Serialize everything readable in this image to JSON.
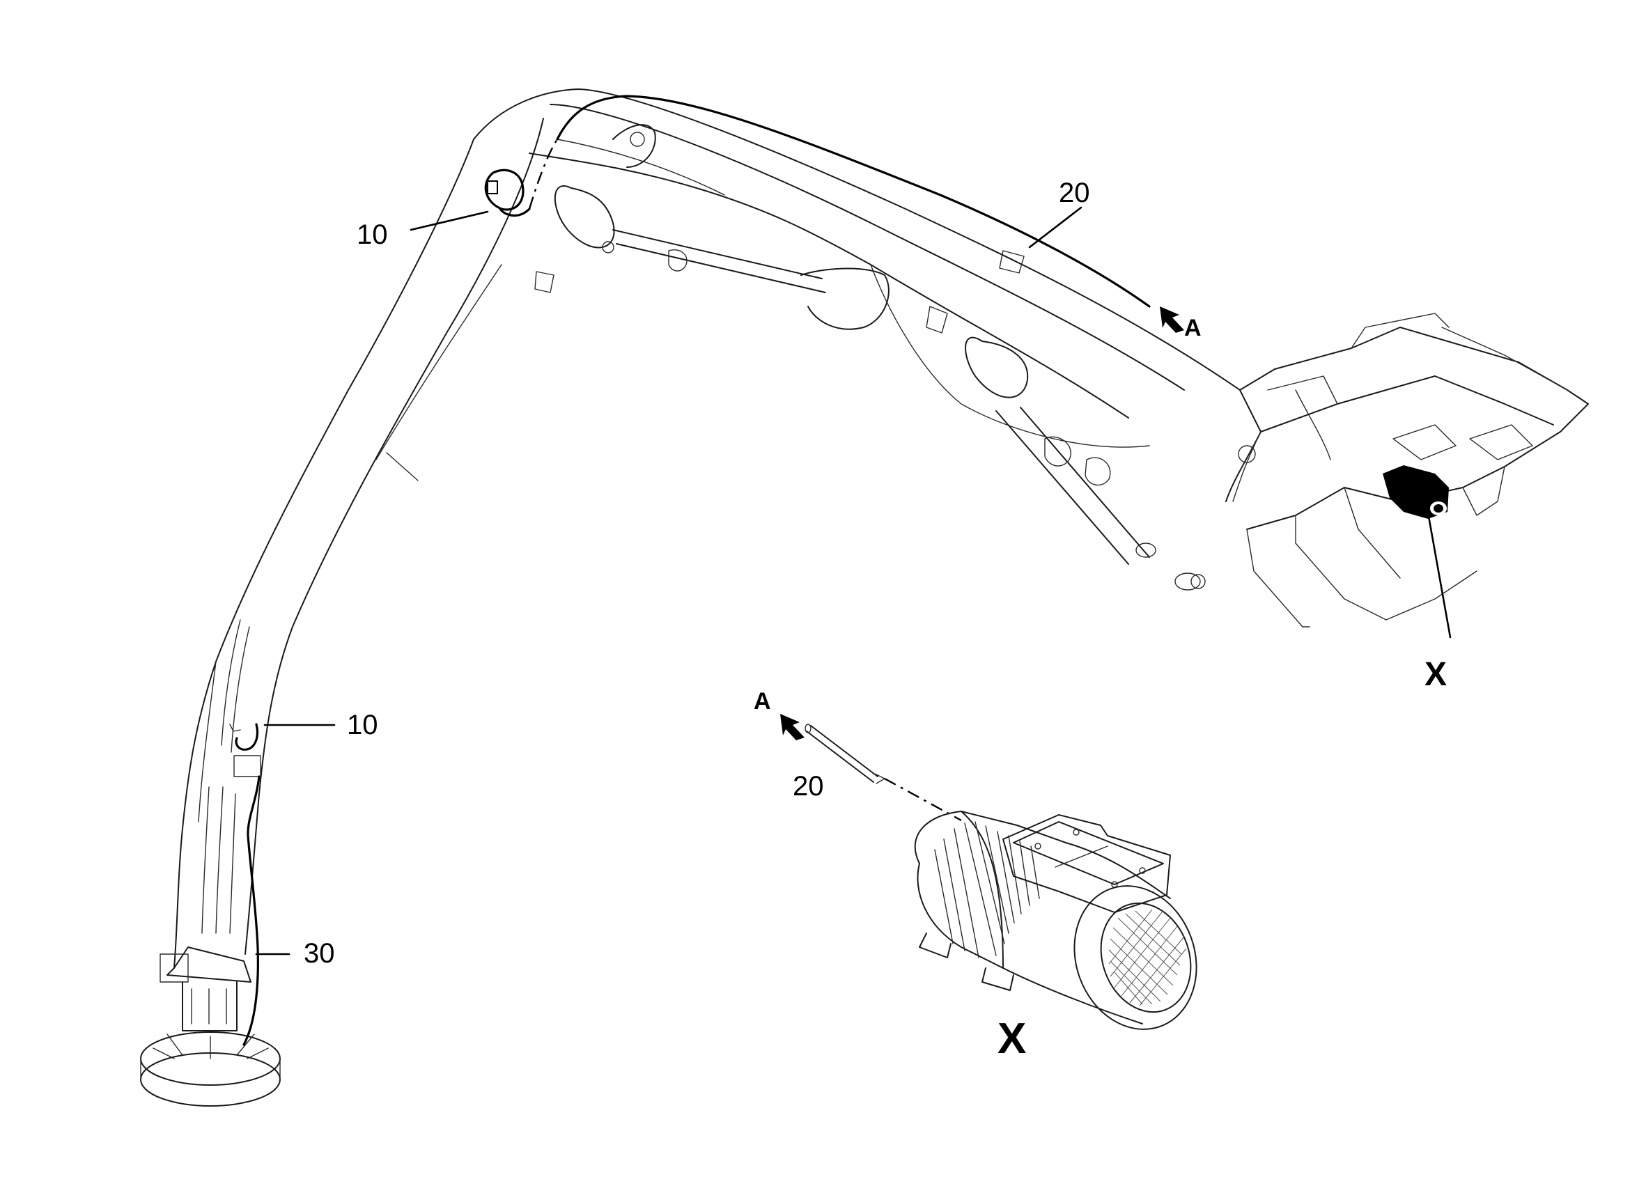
{
  "callouts": {
    "item_10_upper": "10",
    "item_10_lower": "10",
    "item_20_upper": "20",
    "item_20_lower": "20",
    "item_30": "30",
    "arrow_a_upper": "A",
    "arrow_a_lower": "A",
    "detail_x_marker": "X",
    "detail_x_title": "X"
  },
  "icons": {
    "arrow_marker": "arrow-icon",
    "motor": "electric-motor-icon"
  },
  "colors": {
    "line": "#1a1a1a",
    "background": "#ffffff"
  }
}
